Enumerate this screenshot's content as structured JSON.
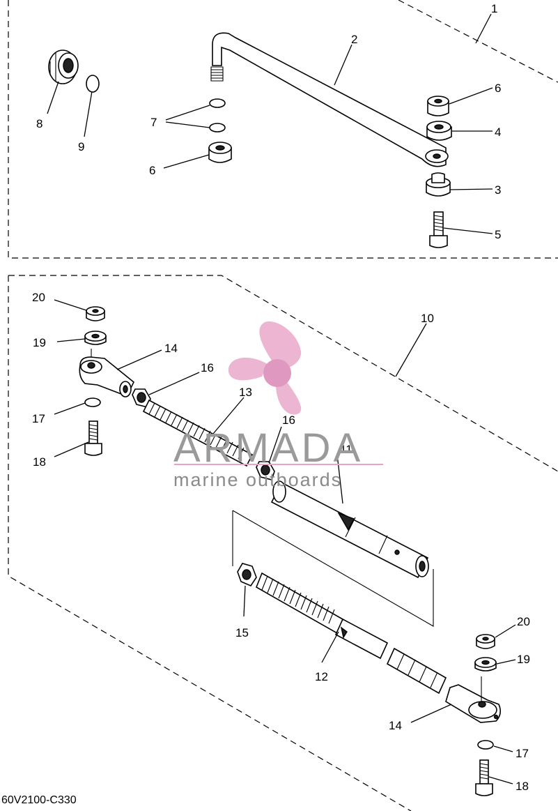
{
  "diagram_code": "60V2100-C330",
  "watermark": {
    "brand": "ARMADA",
    "tagline": "marine outboards",
    "logo_color": "#e8a3c6",
    "logo_center_color": "#d87fb0"
  },
  "callouts": {
    "c1": "1",
    "c2": "2",
    "c3": "3",
    "c4": "4",
    "c5": "5",
    "c6a": "6",
    "c6b": "6",
    "c7": "7",
    "c8": "8",
    "c9": "9",
    "c10": "10",
    "c11": "11",
    "c12": "12",
    "c13": "13",
    "c14a": "14",
    "c14b": "14",
    "c15": "15",
    "c16a": "16",
    "c16b": "16",
    "c17a": "17",
    "c17b": "17",
    "c18a": "18",
    "c18b": "18",
    "c19a": "19",
    "c19b": "19",
    "c20a": "20",
    "c20b": "20"
  }
}
